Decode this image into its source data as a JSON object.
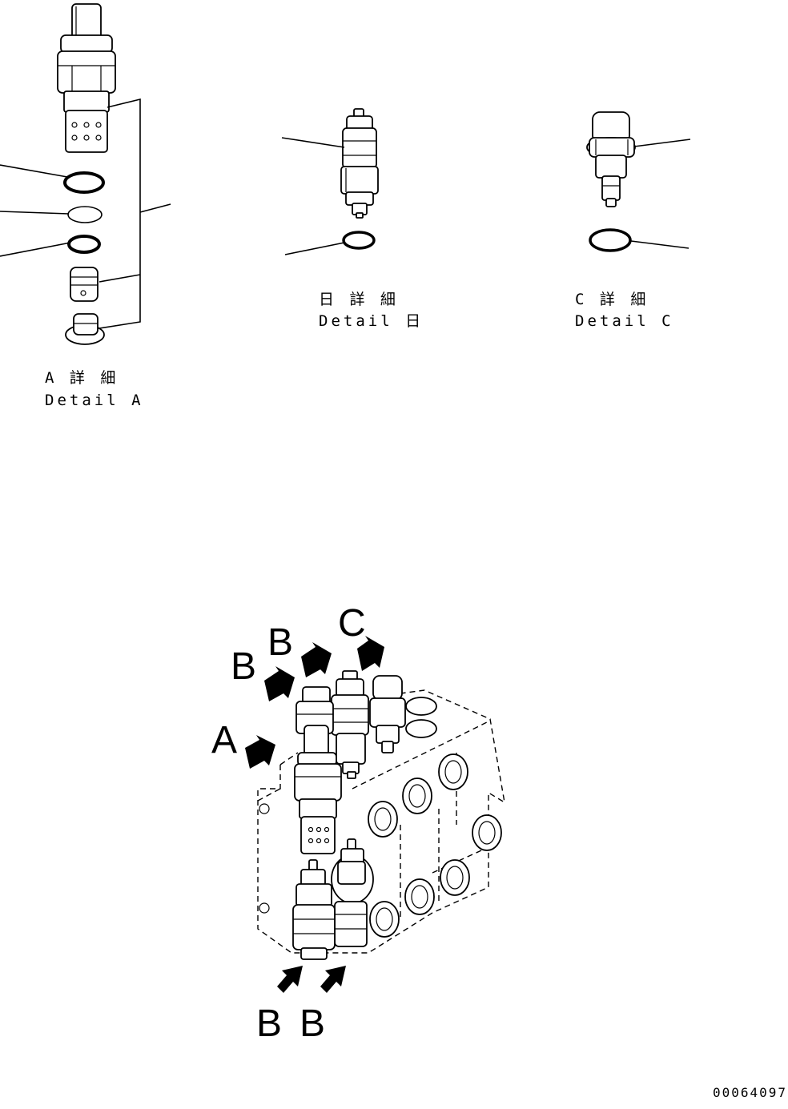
{
  "details": {
    "a": {
      "jp": "A 詳 細",
      "en": "Detail A"
    },
    "b": {
      "jp": "日 詳 細",
      "en": "Detail 日"
    },
    "c": {
      "jp": "C 詳 細",
      "en": "Detail C"
    }
  },
  "callouts": {
    "a": "A",
    "b_top_left": "B",
    "b_top_right": "B",
    "c": "C",
    "b_bottom_left": "B",
    "b_bottom_right": "B"
  },
  "drawing_number": "00064097"
}
